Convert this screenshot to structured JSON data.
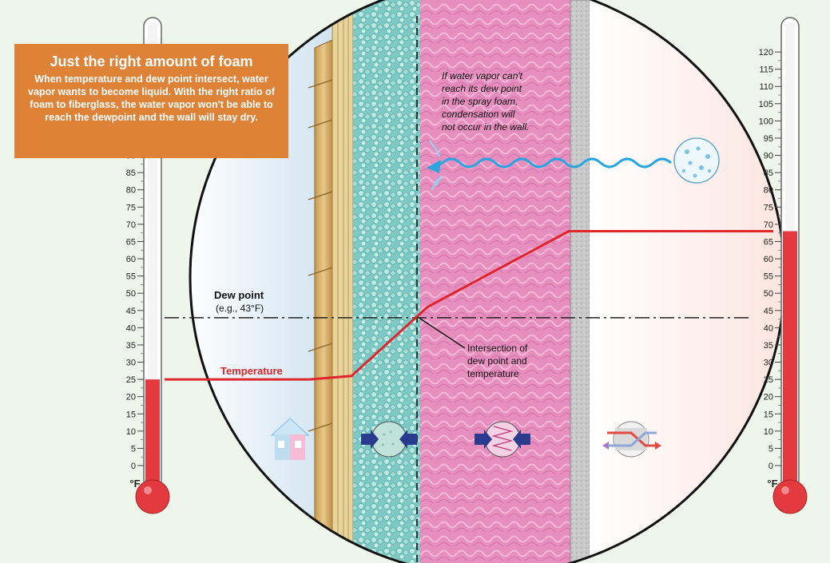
{
  "callout": {
    "title": "Just the right amount of foam",
    "body": "When temperature and dew point intersect, water vapor wants to become liquid. With the right ratio of foam to fiberglass, the water vapor won't be able to reach the dewpoint and the wall will stay dry."
  },
  "annotations": {
    "vapor_note": [
      "If water vapor can't",
      "reach its dew point",
      "in the spray foam,",
      "condensation will",
      "not occur in the wall."
    ],
    "dew_point_label": "Dew point",
    "dew_point_example": "(e.g., 43°F)",
    "temperature_label": "Temperature",
    "intersection_note": [
      "Intersection of",
      "dew point and",
      "temperature"
    ]
  },
  "thermometers": {
    "unit": "°F",
    "ticks": [
      0,
      5,
      10,
      15,
      20,
      25,
      30,
      35,
      40,
      45,
      50,
      55,
      60,
      65,
      70,
      75,
      80,
      85,
      90,
      95,
      100,
      105,
      110,
      115,
      120
    ],
    "left_reading_f": 25,
    "right_reading_f": 68
  },
  "dew_point_f": 43,
  "temperature_profile_f": {
    "outside": 25,
    "foam_outer_face": 26,
    "foam_inner_face": 46,
    "fiberglass_inner_face": 68,
    "inside": 68
  },
  "colors": {
    "callout": "#dd8236",
    "temperature_line": "#e0262b",
    "dew_point_line": "#222222",
    "foam": "#7cc7c3",
    "fiberglass": "#e58fbf",
    "vapor": "#29a6e0",
    "thermometer_fluid": "#e23a3f"
  }
}
